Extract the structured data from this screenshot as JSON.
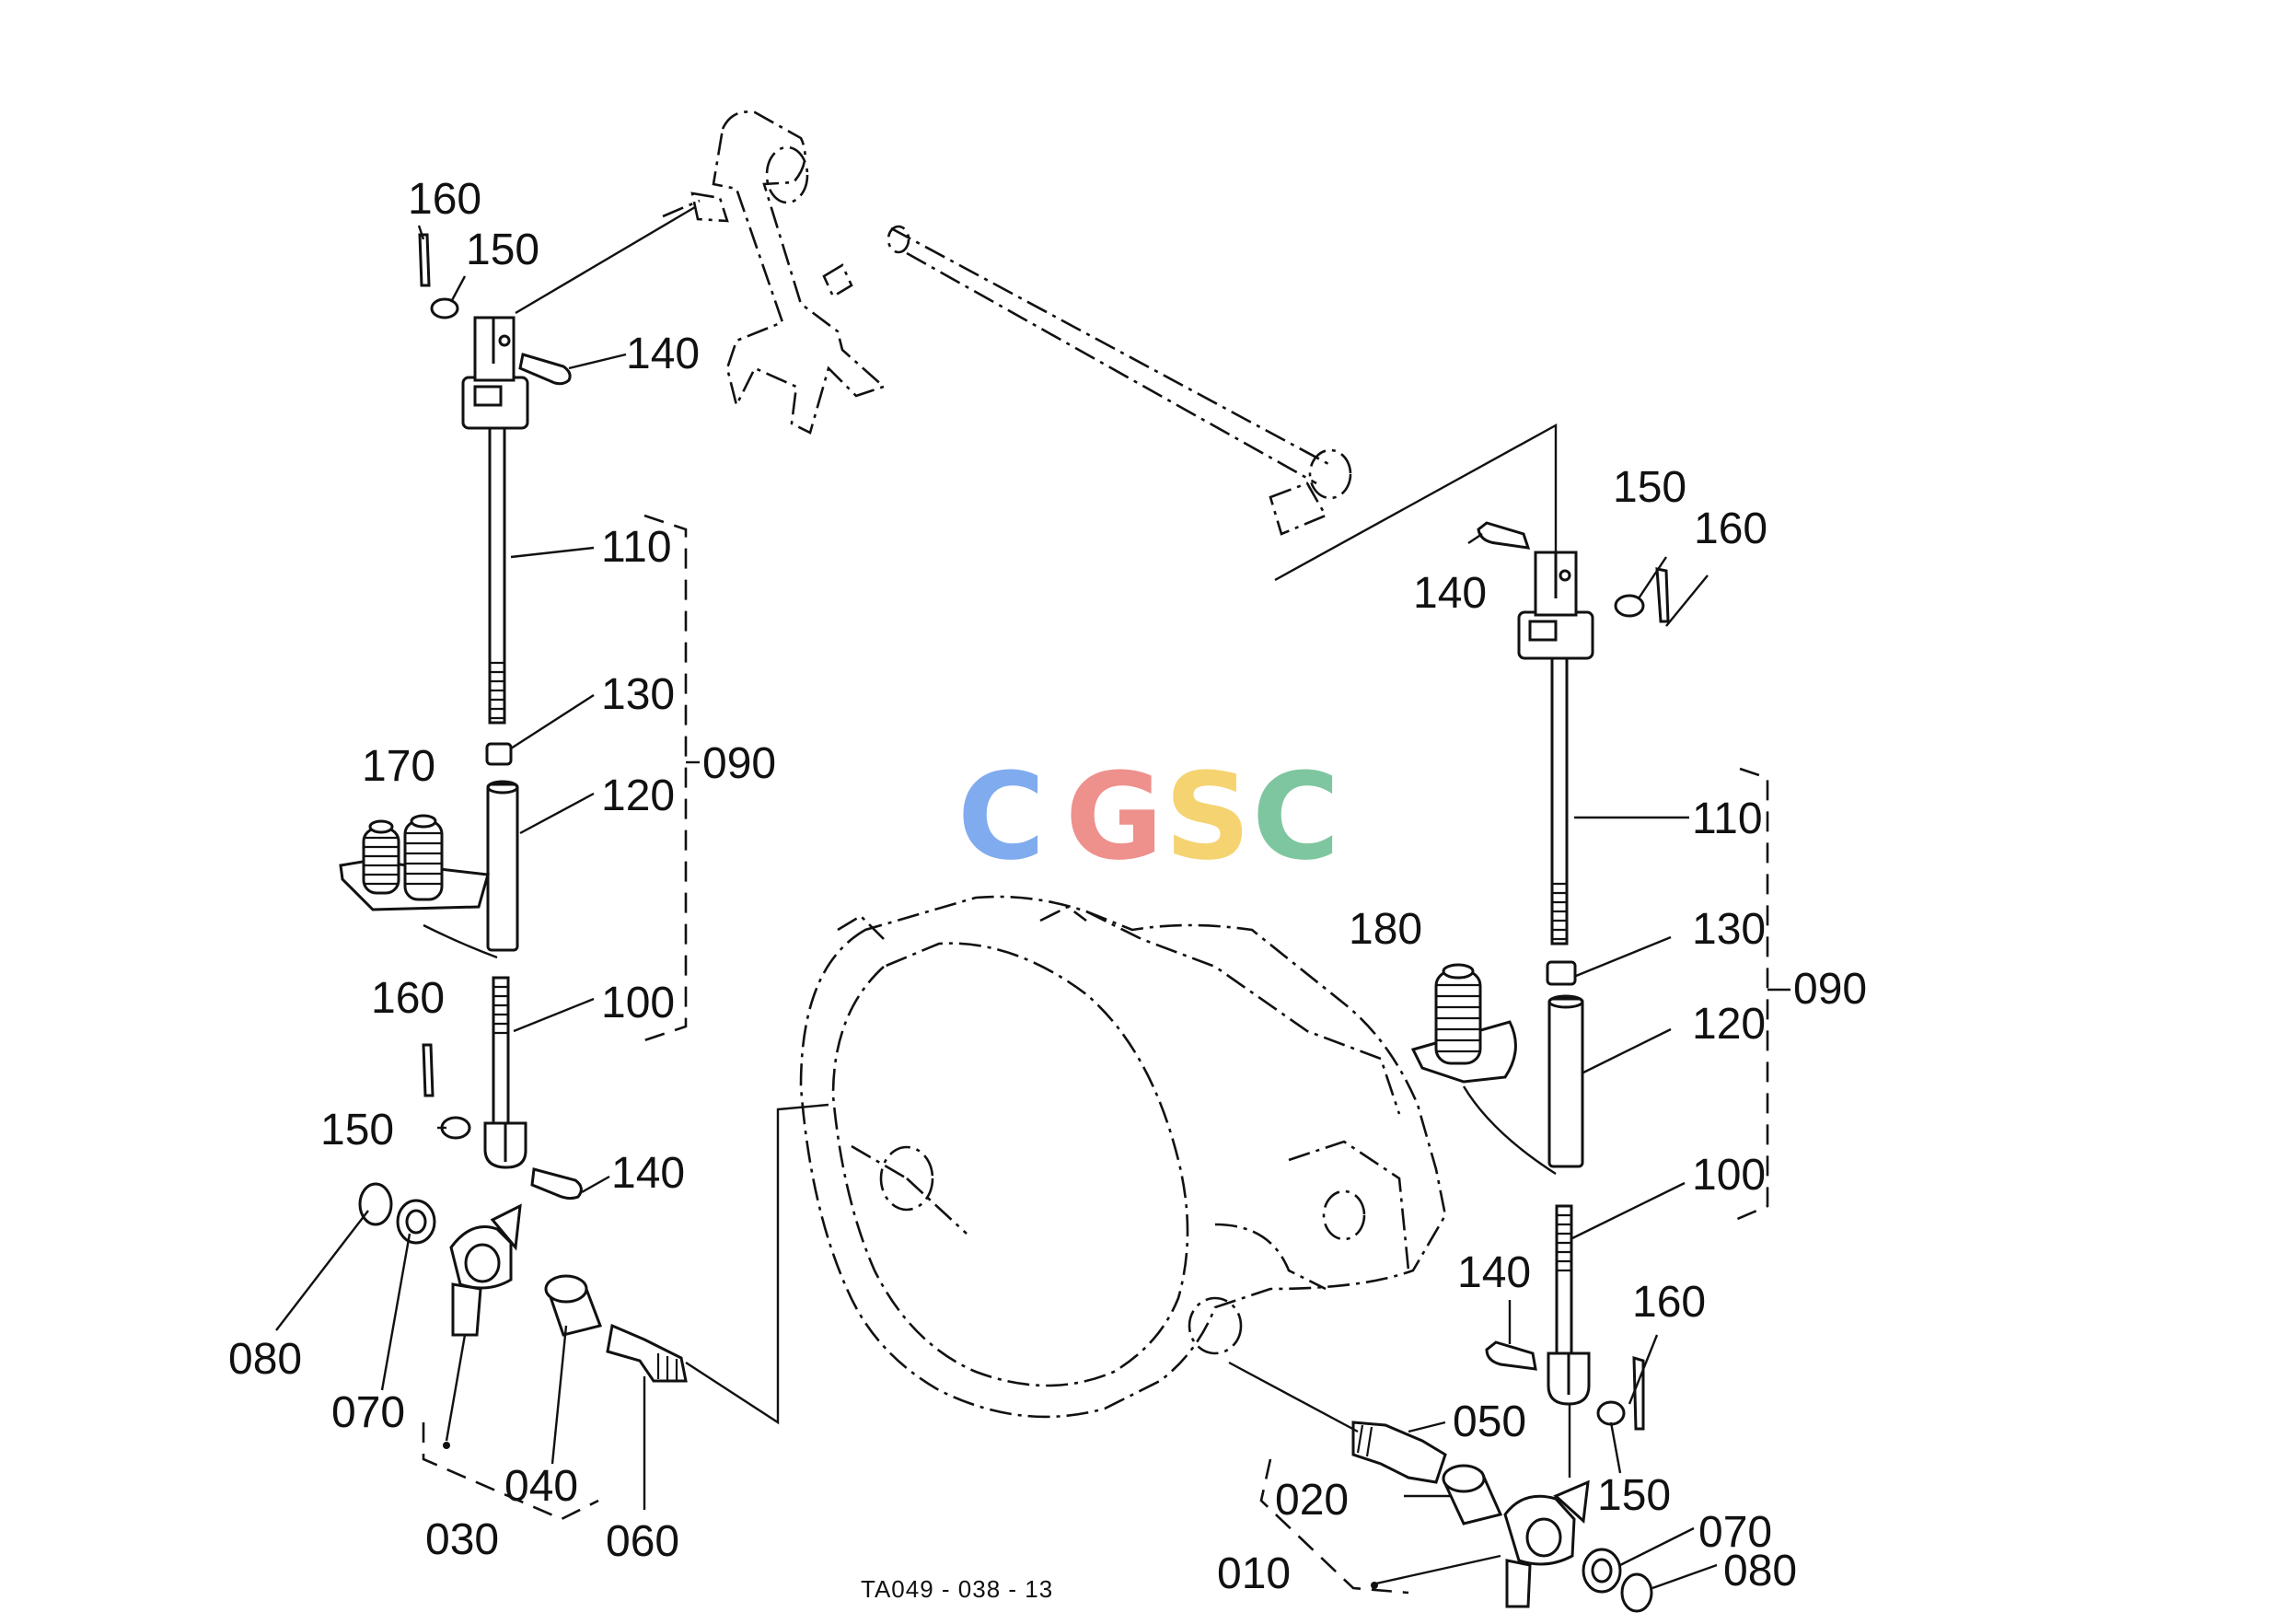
{
  "figure_code": "TA049 - 038 - 13",
  "watermark": {
    "letters": [
      "C",
      "G",
      "S",
      "C"
    ],
    "colors": [
      "#7aa7ef",
      "#ee8b86",
      "#f5d169",
      "#78c39a"
    ]
  },
  "callouts": {
    "left": {
      "c160_top": "160",
      "c150_top": "150",
      "c140_top": "140",
      "c110": "110",
      "c130": "130",
      "c170": "170",
      "c120": "120",
      "c090": "090",
      "c100": "100",
      "c160_bot": "160",
      "c150_bot": "150",
      "c140_bot": "140",
      "c080": "080",
      "c070": "070",
      "c040": "040",
      "c030": "030",
      "c060": "060"
    },
    "right": {
      "c150_top": "150",
      "c160_top": "160",
      "c140_top": "140",
      "c110": "110",
      "c180": "180",
      "c130": "130",
      "c120": "120",
      "c090": "090",
      "c100": "100",
      "c140_bot": "140",
      "c160_bot": "160",
      "c050": "050",
      "c020": "020",
      "c150_bot": "150",
      "c070": "070",
      "c080": "080",
      "c010": "010"
    }
  }
}
